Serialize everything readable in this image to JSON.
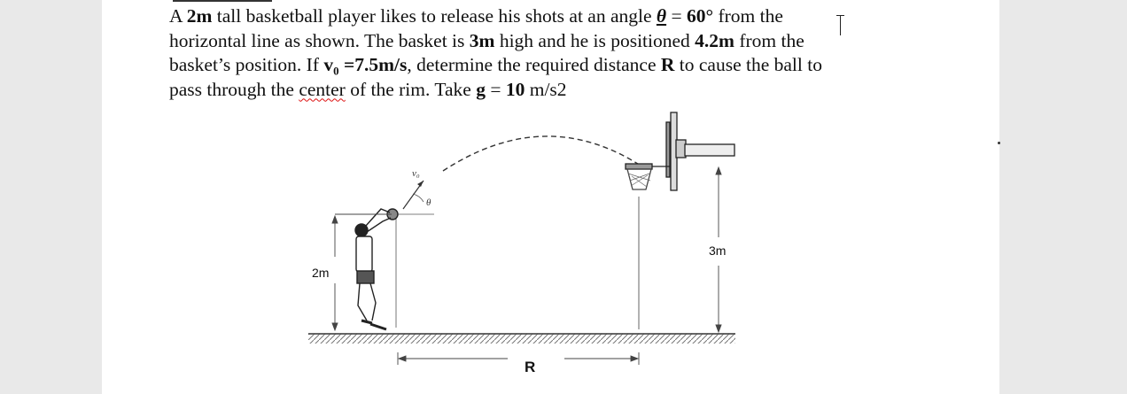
{
  "problem": {
    "t1": "A ",
    "height_player": "2m",
    "t2": " tall basketball player likes to release his shots at an angle ",
    "theta_symbol": "θ",
    "t3": " = ",
    "angle": "60°",
    "t4": " from the",
    "t5": "horizontal line as shown. The basket is ",
    "height_basket": "3m",
    "t6": " high and he is positioned ",
    "distance": "4.2m",
    "t7": " from the",
    "t8": "basket’s position. If ",
    "v0": "v₀ =7.5m/s",
    "t9": ", determine the required distance ",
    "R": "R",
    "t10": " to cause the ball to",
    "t11": "pass through the ",
    "center_word": "center",
    "t12": " of the rim. Take ",
    "g": "g",
    "t13": " = ",
    "g_value": "10",
    "t14": " m/s2"
  },
  "diagram": {
    "label_2m": "2m",
    "label_3m": "3m",
    "label_R": "R",
    "label_v0": "v₀",
    "label_theta": "θ"
  }
}
